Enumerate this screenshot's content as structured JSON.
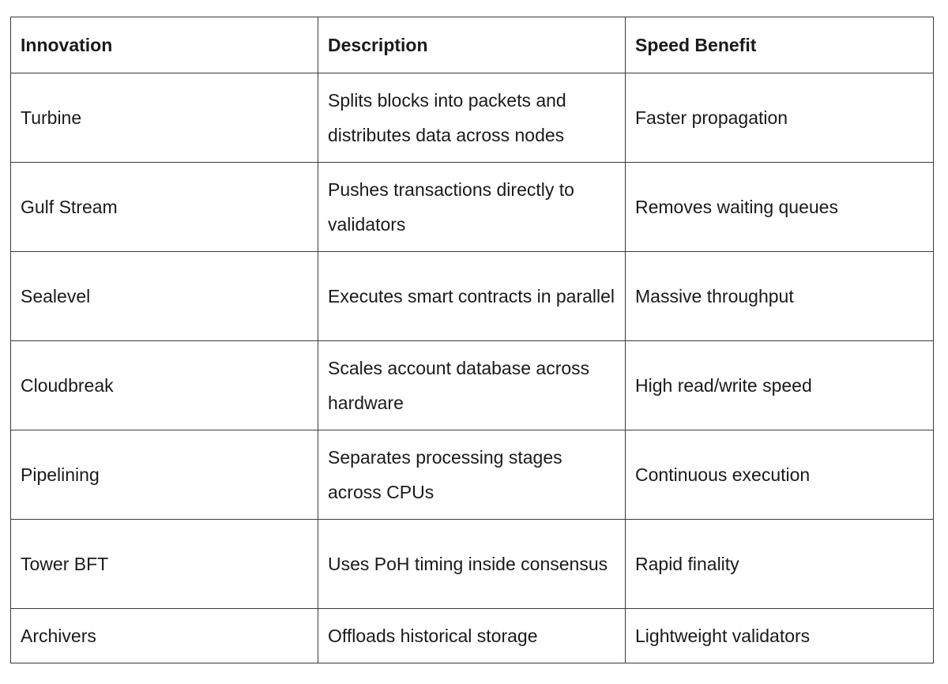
{
  "headers": [
    "Innovation",
    "Description",
    "Speed Benefit"
  ],
  "rows": [
    {
      "innovation": "Turbine",
      "description": "Splits blocks into packets and distributes data across nodes",
      "benefit": "Faster propagation"
    },
    {
      "innovation": "Gulf Stream",
      "description": "Pushes transactions directly to validators",
      "benefit": "Removes waiting queues"
    },
    {
      "innovation": "Sealevel",
      "description": "Executes smart contracts in parallel",
      "benefit": "Massive throughput"
    },
    {
      "innovation": "Cloudbreak",
      "description": "Scales account database across hardware",
      "benefit": "High read/write speed"
    },
    {
      "innovation": "Pipelining",
      "description": "Separates processing stages across CPUs",
      "benefit": "Continuous execution"
    },
    {
      "innovation": "Tower BFT",
      "description": "Uses PoH timing inside consensus",
      "benefit": "Rapid finality"
    },
    {
      "innovation": "Archivers",
      "description": "Offloads historical storage",
      "benefit": "Lightweight validators"
    }
  ]
}
